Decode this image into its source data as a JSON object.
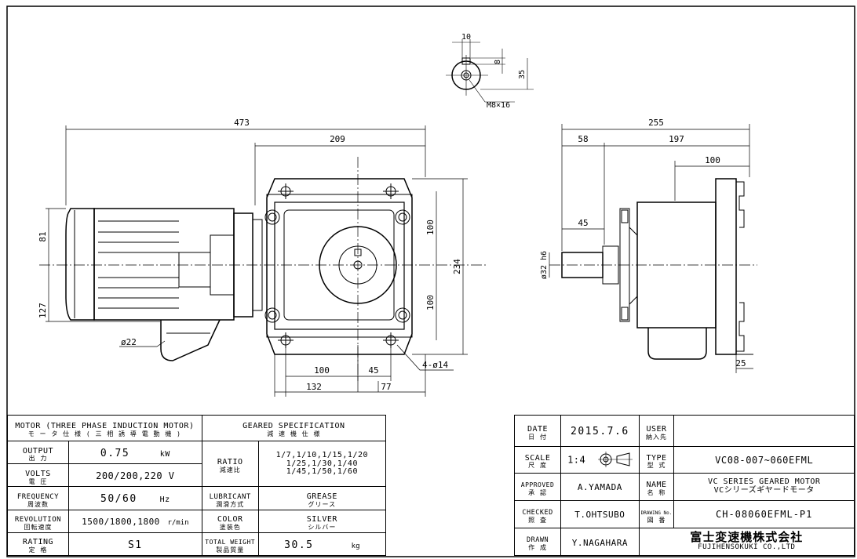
{
  "dimensions": {
    "overall_length": "473",
    "gear_length": "209",
    "height_upper": "81",
    "height_lower": "127",
    "half_upper": "100",
    "half_lower": "100",
    "total_height": "234",
    "mount_spacing": "100",
    "mount_edge": "45",
    "base_length": "132",
    "base_offset": "77",
    "cable_dia": "ø22",
    "holes": "4-ø14",
    "key_width": "10",
    "key_depth": "8",
    "shaft_height": "35",
    "tap": "M8×16",
    "side_width": "255",
    "side_left": "58",
    "side_right": "197",
    "side_flange": "100",
    "shaft_len": "45",
    "shaft_dia": "ø32 h6",
    "foot_thick": "25"
  },
  "spec_table": {
    "motor_en": "MOTOR (THREE PHASE INDUCTION MOTOR)",
    "motor_jp": "モ ー タ 仕 様 ( 三 相 誘 導 電 動 機 )",
    "gear_en": "GEARED SPECIFICATION",
    "gear_jp": "減 速 機 仕 様",
    "output_en": "OUTPUT",
    "output_jp": "出 力",
    "output_val": "0.75",
    "output_unit": "kW",
    "volts_en": "VOLTS",
    "volts_jp": "電 圧",
    "volts_val": "200/200,220 V",
    "freq_en": "FREQUENCY",
    "freq_jp": "周波数",
    "freq_val": "50/60",
    "freq_unit": "Hz",
    "rev_en": "REVOLUTION",
    "rev_jp": "回転速度",
    "rev_val": "1500/1800,1800",
    "rev_unit": "r/min",
    "rating_en": "RATING",
    "rating_jp": "定 格",
    "rating_val": "S1",
    "ratio_en": "RATIO",
    "ratio_jp": "減速比",
    "ratio_line1": "1/7,1/10,1/15,1/20",
    "ratio_line2": "1/25,1/30,1/40",
    "ratio_line3": "1/45,1/50,1/60",
    "lub_en": "LUBRICANT",
    "lub_jp": "潤滑方式",
    "lub_val_en": "GREASE",
    "lub_val_jp": "グリース",
    "color_en": "COLOR",
    "color_jp": "塗装色",
    "color_val_en": "SILVER",
    "color_val_jp": "シルバー",
    "weight_en": "TOTAL WEIGHT",
    "weight_jp": "製品質量",
    "weight_val": "30.5",
    "weight_unit": "kg"
  },
  "title_block": {
    "date_en": "DATE",
    "date_jp": "日 付",
    "date_val": "2015.7.6",
    "user_en": "USER",
    "user_jp": "納入先",
    "user_val": "",
    "scale_en": "SCALE",
    "scale_jp": "尺 度",
    "scale_val": "1:4",
    "type_en": "TYPE",
    "type_jp": "型 式",
    "type_val": "VC08-007~060EFML",
    "approved_en": "APPROVED",
    "approved_jp": "承 認",
    "approved_val": "A.YAMADA",
    "name_en": "NAME",
    "name_jp": "名 称",
    "name_val_en": "VC SERIES GEARED MOTOR",
    "name_val_jp": "VCシリーズギヤードモータ",
    "checked_en": "CHECKED",
    "checked_jp": "照 査",
    "checked_val": "T.OHTSUBO",
    "drawno_en": "DRAWING No.",
    "drawno_jp": "図 番",
    "drawno_val": "CH-08060EFML-P1",
    "drawn_en": "DRAWN",
    "drawn_jp": "作 成",
    "drawn_val": "Y.NAGAHARA",
    "company_jp": "富士変速機株式会社",
    "company_en": "FUJIHENSOKUKI CO.,LTD"
  }
}
